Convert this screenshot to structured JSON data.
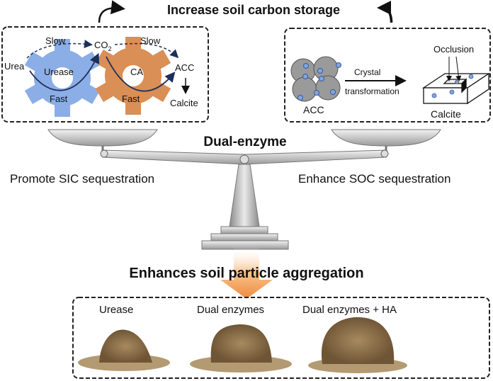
{
  "title": "Increase soil carbon storage",
  "left_panel": {
    "urea": "Urea",
    "slow1": "Slow",
    "co2": "CO",
    "co2_sub": "2",
    "slow2": "Slow",
    "urease": "Urease",
    "fast1": "Fast",
    "ca": "CA",
    "fast2": "Fast",
    "acc": "ACC",
    "calcite": "Calcite",
    "colors": {
      "urease_gear": "#8caee6",
      "ca_gear": "#d98f55",
      "arrow": "#1f2f5c"
    }
  },
  "right_panel": {
    "acc": "ACC",
    "crystal": "Crystal",
    "transformation": "transformation",
    "occlusion": "Occlusion",
    "calcite": "Calcite"
  },
  "balance": {
    "center_label": "Dual-enzyme",
    "left_label": "Promote SIC sequestration",
    "right_label": "Enhance SOC sequestration"
  },
  "aggregation": {
    "title": "Enhances soil particle aggregation",
    "samples": [
      "Urease",
      "Dual enzymes",
      "Dual enzymes + HA"
    ],
    "colors": {
      "arrow": "#f4a460"
    }
  }
}
